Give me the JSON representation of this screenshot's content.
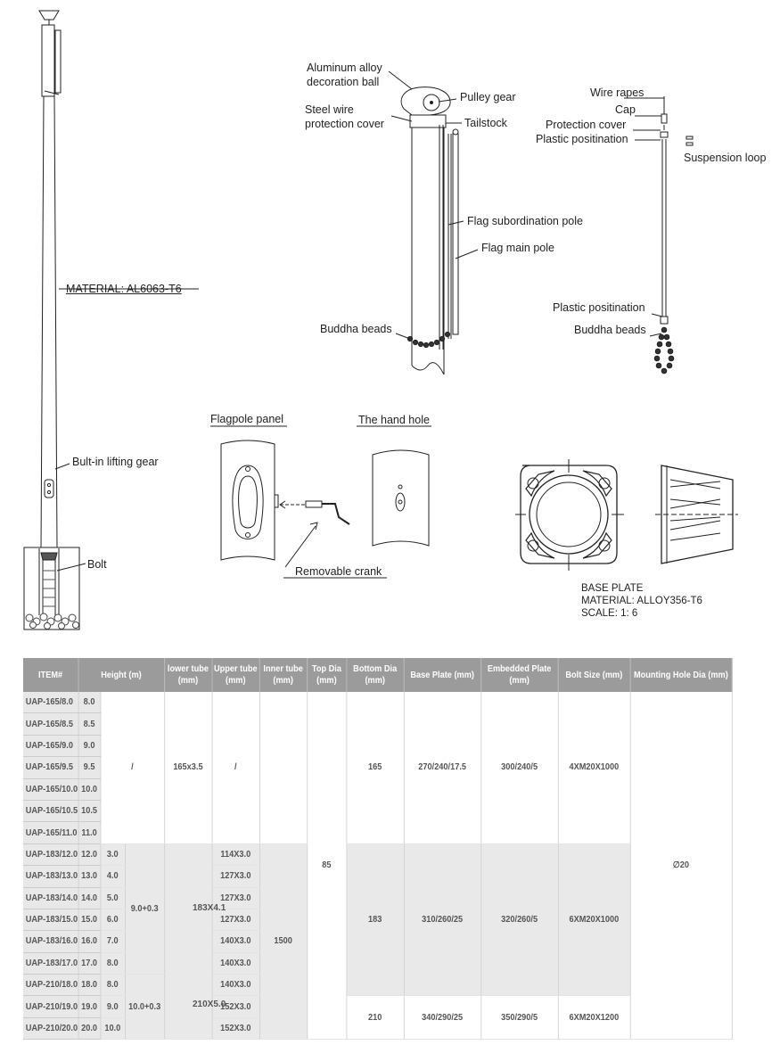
{
  "pole": {
    "material": "MATERIAL: AL6063-T6",
    "lifting": "Bult-in lifting gear",
    "bolt": "Bolt"
  },
  "top": {
    "ball": "Aluminum alloy decoration ball",
    "pulley": "Pulley gear",
    "cover": "Steel wire protection cover",
    "tailstock": "Tailstock",
    "sub_pole": "Flag subordination pole",
    "main_pole": "Flag main pole",
    "beads": "Buddha beads"
  },
  "rope": {
    "wire": "Wire rapes",
    "cap": "Cap",
    "protect": "Protection cover",
    "plastic1": "Plastic positination",
    "loop": "Suspension loop",
    "plastic2": "Plastic positination",
    "beads": "Buddha beads"
  },
  "panel": {
    "title": "Flagpole panel",
    "hand": "The hand hole",
    "crank": "Removable crank"
  },
  "base": {
    "l1": "BASE PLATE",
    "l2": "MATERIAL: ALLOY356-T6",
    "l3": "SCALE: 1: 6"
  },
  "table": {
    "headers": [
      "ITEM#",
      "Height (m)",
      "lower tube (mm)",
      "Upper tube (mm)",
      "Inner tube (mm)",
      "Top Dia (mm)",
      "Bottom Dia (mm)",
      "Base Plate (mm)",
      "Embedded Plate (mm)",
      "Bolt Size (mm)",
      "Mounting Hole Dia (mm)"
    ],
    "items": [
      "UAP-165/8.0",
      "UAP-165/8.5",
      "UAP-165/9.0",
      "UAP-165/9.5",
      "UAP-165/10.0",
      "UAP-165/10.5",
      "UAP-165/11.0",
      "UAP-183/12.0",
      "UAP-183/13.0",
      "UAP-183/14.0",
      "UAP-183/15.0",
      "UAP-183/16.0",
      "UAP-183/17.0",
      "UAP-210/18.0",
      "UAP-210/19.0",
      "UAP-210/20.0"
    ],
    "heights": [
      "8.0",
      "8.5",
      "9.0",
      "9.5",
      "10.0",
      "10.5",
      "11.0",
      "12.0",
      "13.0",
      "14.0",
      "15.0",
      "16.0",
      "17.0",
      "18.0",
      "19.0",
      "20.0"
    ],
    "inner_h": [
      "3.0",
      "4.0",
      "5.0",
      "6.0",
      "7.0",
      "8.0",
      "8.0",
      "9.0",
      "10.0"
    ],
    "upper": [
      "114X3.0",
      "127X3.0",
      "127X3.0",
      "127X3.0",
      "140X3.0",
      "140X3.0",
      "140X3.0",
      "152X3.0",
      "152X3.0"
    ],
    "g165": {
      "hspan": "/",
      "lower": "165x3.5",
      "upper": "/",
      "bottom": "165",
      "base": "270/240/17.5",
      "emb": "300/240/5",
      "bolt": "4XM20X1000"
    },
    "g183": {
      "hspan": "9.0+0.3",
      "lower": "183X4.1",
      "bottom": "183",
      "base": "310/260/25",
      "emb": "320/260/5",
      "bolt": "6XM20X1000"
    },
    "g210": {
      "hspan": "10.0+0.3",
      "lower": "210X5.0",
      "bottom": "210",
      "base": "340/290/25",
      "emb": "350/290/5",
      "bolt": "6XM20X1200"
    },
    "inner": "1500",
    "top": "85",
    "hole": "∅20"
  }
}
